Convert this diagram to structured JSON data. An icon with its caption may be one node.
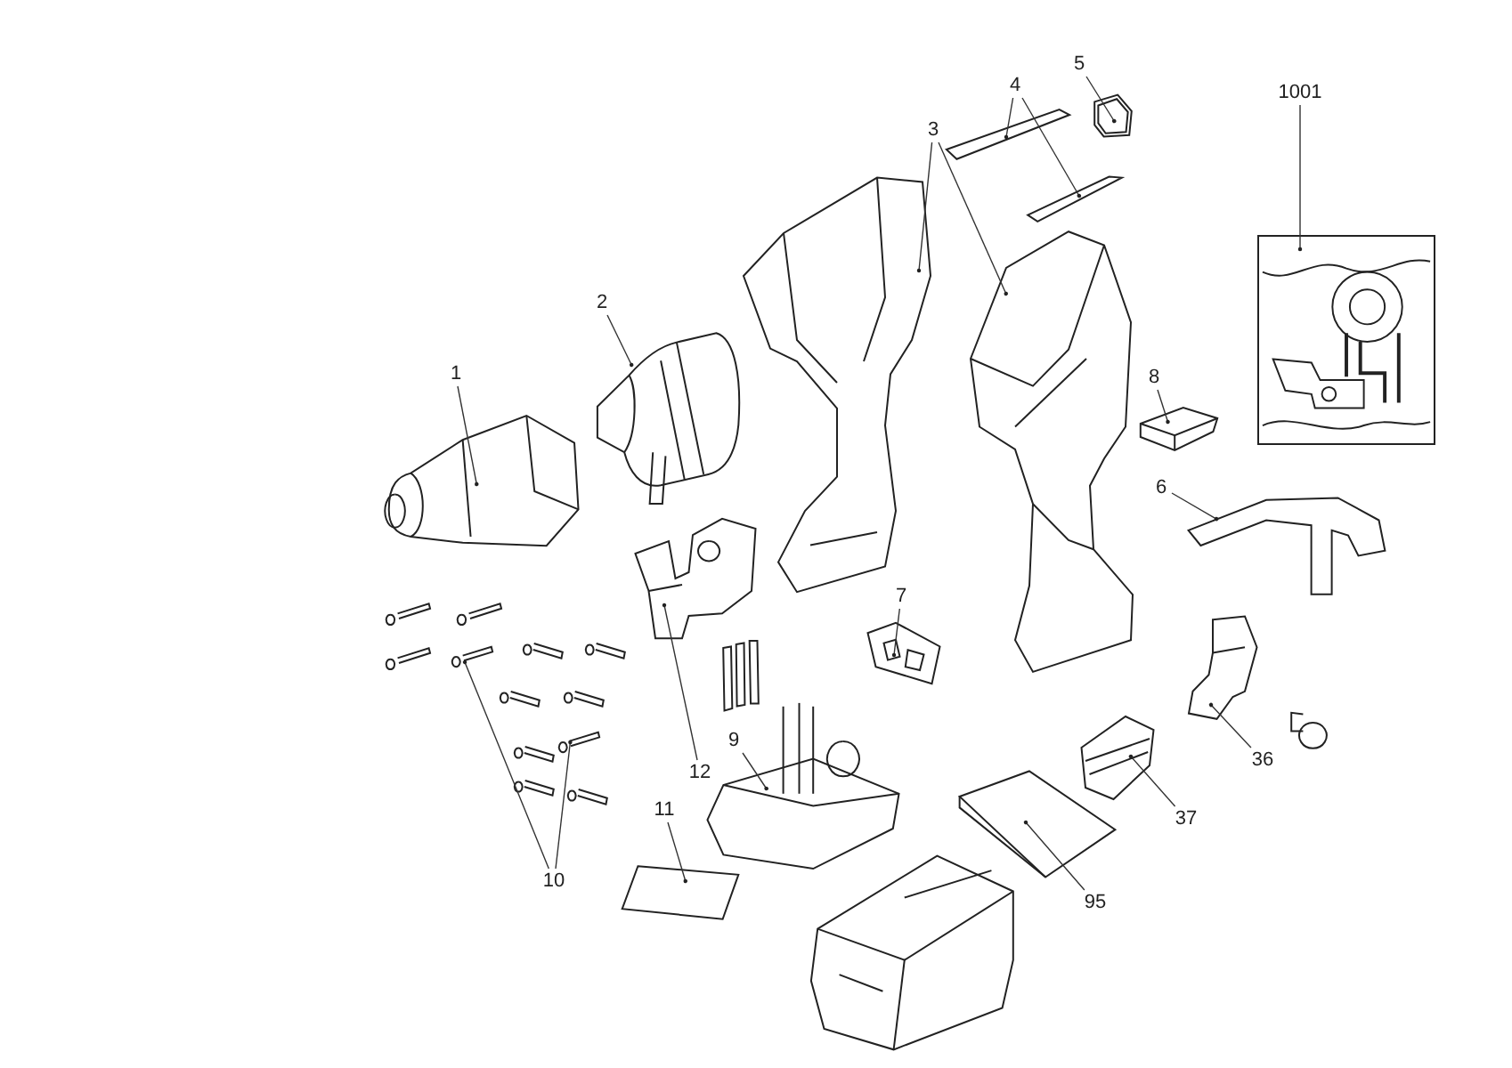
{
  "diagram": {
    "nodes": [
      {
        "text": [
          "1"
        ]
      },
      {
        "text": [
          "2"
        ]
      },
      {
        "text": [
          "3"
        ]
      },
      {
        "text": [
          "4"
        ]
      },
      {
        "text": [
          "5"
        ]
      },
      {
        "text": [
          "1001"
        ]
      },
      {
        "text": [
          "8"
        ]
      },
      {
        "text": [
          "6"
        ]
      },
      {
        "text": [
          "7"
        ]
      },
      {
        "text": [
          "12"
        ]
      },
      {
        "text": [
          "9"
        ]
      },
      {
        "text": [
          "11"
        ]
      },
      {
        "text": [
          "10"
        ]
      },
      {
        "text": [
          "36"
        ]
      },
      {
        "text": [
          "37"
        ]
      },
      {
        "text": [
          "95"
        ]
      },
      {
        "text": [],
        "shape": "picture"
      },
      {
        "text": [],
        "shape": "picture"
      },
      {
        "text": [],
        "shape": "picture"
      },
      {
        "text": [],
        "shape": "picture"
      },
      {
        "text": [],
        "shape": "picture"
      },
      {
        "text": [],
        "shape": "picture"
      },
      {
        "text": [],
        "shape": "picture"
      },
      {
        "text": [],
        "shape": "picture"
      },
      {
        "text": [],
        "shape": "picture"
      },
      {
        "text": [],
        "shape": "picture"
      },
      {
        "text": [],
        "shape": "picture"
      },
      {
        "text": [],
        "shape": "picture"
      },
      {
        "text": [],
        "shape": "picture"
      },
      {
        "text": [],
        "shape": "picture"
      },
      {
        "text": [],
        "shape": "picture"
      },
      {
        "text": [],
        "shape": "picture"
      },
      {
        "text": [],
        "shape": "picture"
      },
      {
        "text": [],
        "shape": "picture"
      },
      {
        "text": [],
        "shape": "picture"
      }
    ],
    "edges": [
      {
        "from": 0,
        "to": 16,
        "arrow": "other"
      },
      {
        "from": 1,
        "to": 17,
        "arrow": "other"
      },
      {
        "from": 2,
        "to": 18,
        "arrow": "other"
      },
      {
        "from": 2,
        "to": 19,
        "arrow": "other"
      },
      {
        "from": 3,
        "to": 20,
        "arrow": "other"
      },
      {
        "from": 3,
        "to": 21,
        "arrow": "other"
      },
      {
        "from": 4,
        "to": 22,
        "arrow": "other"
      },
      {
        "from": 5,
        "to": 23,
        "arrow": "other"
      },
      {
        "from": 6,
        "to": 24,
        "arrow": "other"
      },
      {
        "from": 7,
        "to": 25,
        "arrow": "other"
      },
      {
        "from": 8,
        "to": 26,
        "arrow": "other"
      },
      {
        "from": 9,
        "to": 27,
        "arrow": "other"
      },
      {
        "from": 10,
        "to": 28,
        "arrow": "other"
      },
      {
        "from": 11,
        "to": 29,
        "arrow": "other"
      },
      {
        "from": 12,
        "to": 30,
        "arrow": "other"
      },
      {
        "from": 12,
        "to": 31,
        "arrow": "other"
      },
      {
        "from": 13,
        "to": 32,
        "arrow": "other"
      },
      {
        "from": 14,
        "to": 33,
        "arrow": "other"
      },
      {
        "from": 15,
        "to": 34,
        "arrow": "other"
      }
    ]
  }
}
